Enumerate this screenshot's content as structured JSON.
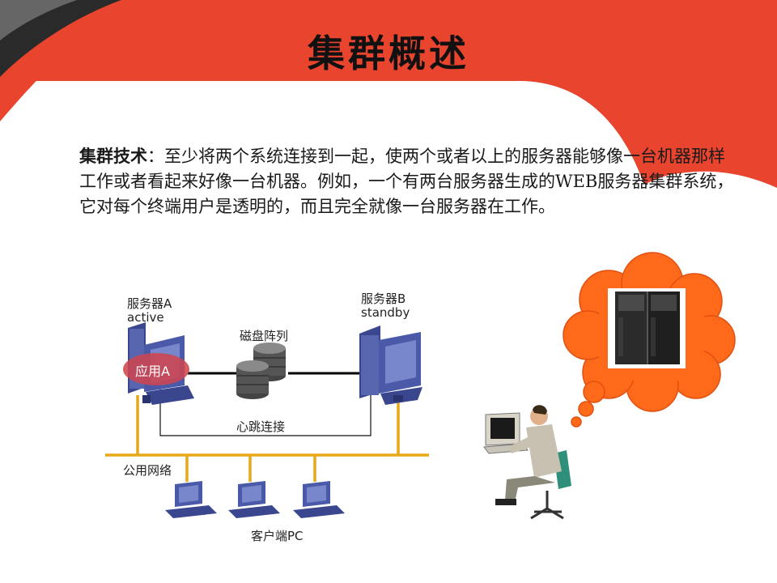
{
  "slide": {
    "title": "集群概述",
    "paragraph_lead": "集群技术",
    "paragraph_colon": "：",
    "paragraph_body": "至少将两个系统连接到一起，使两个或者以上的服务器能够像一台机器那样工作或者看起来好像一台机器。例如，一个有两台服务器生成的WEB服务器集群系统，它对每个终端用户是透明的，而且完全就像一台服务器在工作。"
  },
  "diagram": {
    "server_a_name": "服务器A",
    "server_a_state": "active",
    "server_b_name": "服务器B",
    "server_b_state": "standby",
    "disk_array_label": "磁盘阵列",
    "app_label": "应用A",
    "heartbeat_label": "心跳连接",
    "public_network_label": "公用网络",
    "client_label": "客户端PC"
  },
  "colors": {
    "accent_red": "#e8442e",
    "network_line": "#e8a818",
    "thought_cloud": "#ff6a1a",
    "server_blue": "#4a5aa8"
  }
}
